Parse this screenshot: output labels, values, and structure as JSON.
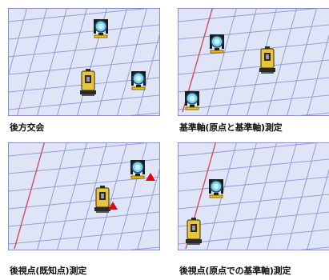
{
  "colors": {
    "panel_bg": "#dfe4f6",
    "grid_line": "#8b97cf",
    "frame": "#6b77b8",
    "red_axis": "#c8506a",
    "target_red": "#e60012"
  },
  "icons": {
    "prism": "prism-target-icon",
    "total_station": "total-station-icon",
    "known_point": "red-triangle-marker-icon"
  },
  "panels": [
    {
      "caption": "後方交会"
    },
    {
      "caption": "基準軸(原点と基準軸)測定"
    },
    {
      "caption": "後視点(既知点)測定"
    },
    {
      "caption": "後視点(原点での基準軸)測定"
    }
  ]
}
